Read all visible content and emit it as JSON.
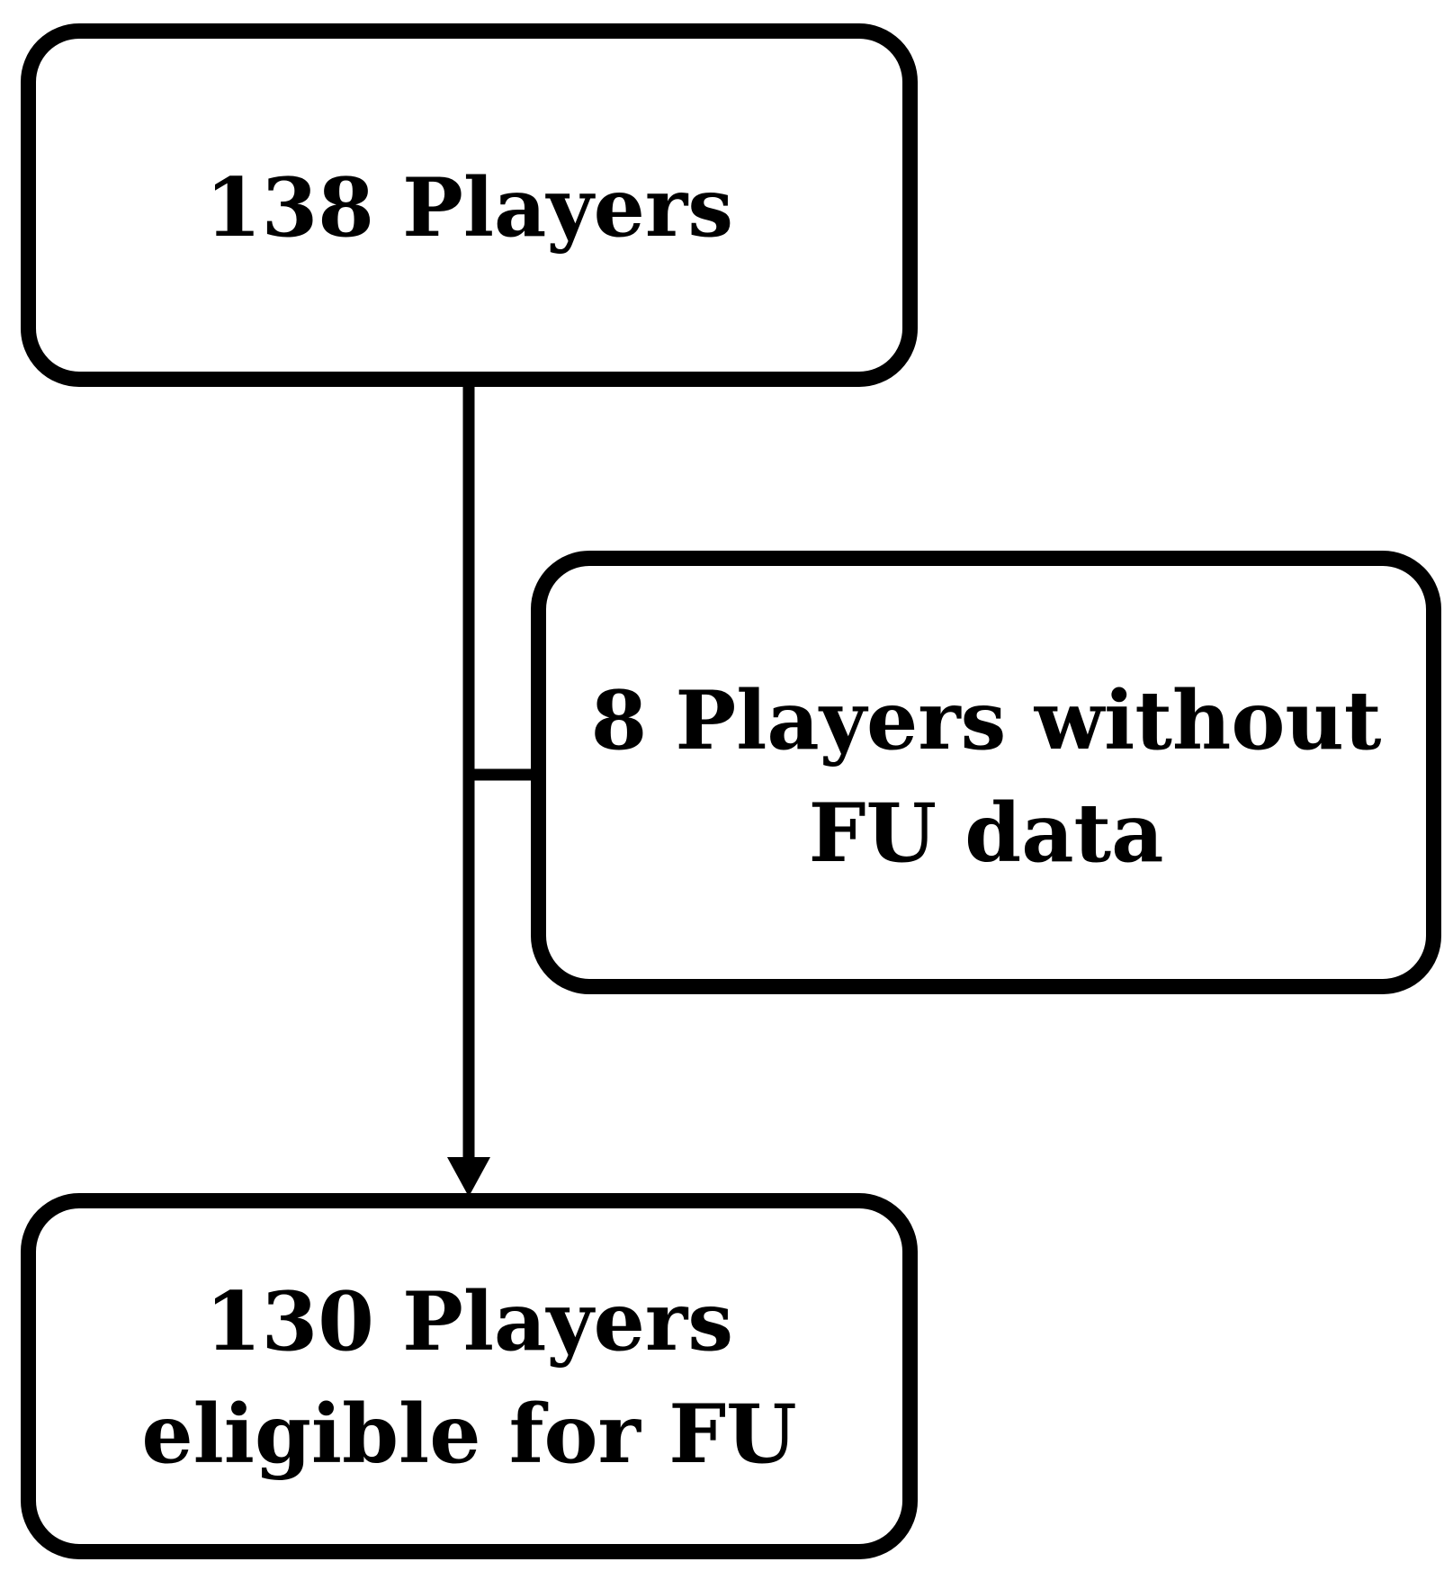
{
  "diagram": {
    "type": "flowchart",
    "colors": {
      "stroke": "#000000",
      "background": "#ffffff",
      "text": "#000000"
    },
    "nodes": [
      {
        "id": "start",
        "text": "138 Players"
      },
      {
        "id": "excluded",
        "text": "8 Players without\nFU data"
      },
      {
        "id": "result",
        "text": "130 Players\neligible for FU"
      }
    ],
    "edges": [
      {
        "from": "start",
        "to": "result",
        "arrow": true
      },
      {
        "from": "start",
        "to": "excluded",
        "arrow": false
      }
    ]
  }
}
